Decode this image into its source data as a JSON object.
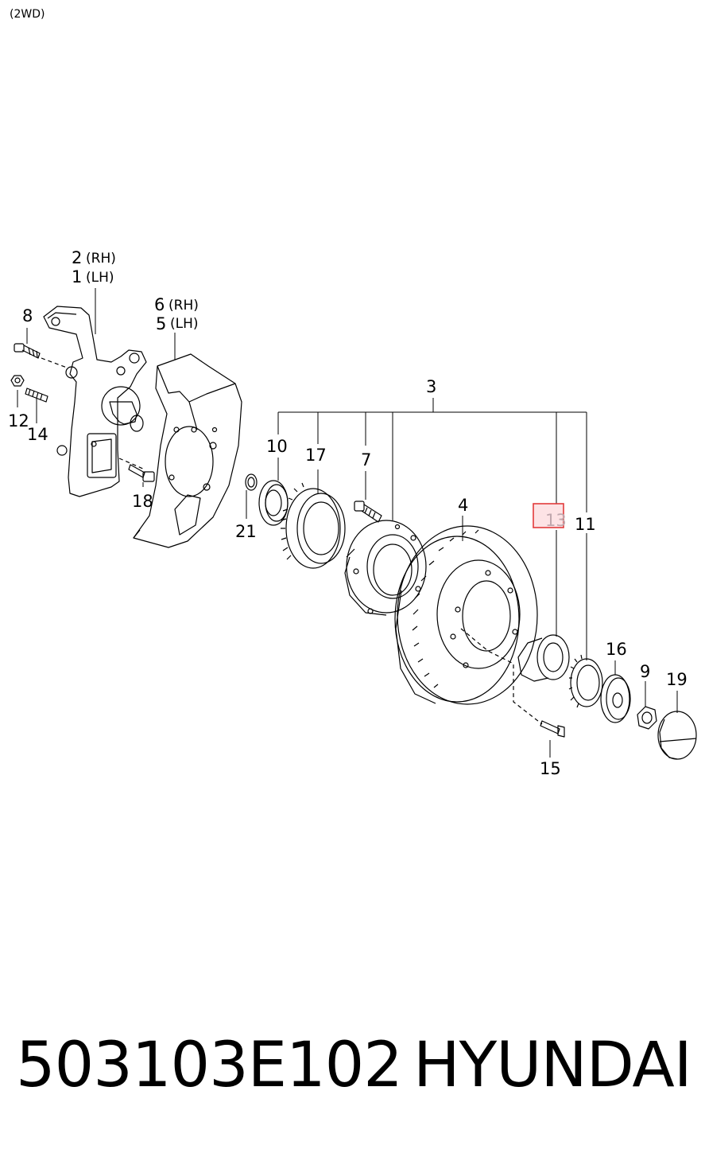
{
  "header": {
    "variant": "(2WD)"
  },
  "callouts": [
    {
      "id": "c2",
      "text": "2",
      "sub": "(RH)"
    },
    {
      "id": "c1",
      "text": "1",
      "sub": "(LH)"
    },
    {
      "id": "c6",
      "text": "6",
      "sub": "(RH)"
    },
    {
      "id": "c5",
      "text": "5",
      "sub": "(LH)"
    },
    {
      "id": "c8",
      "text": "8"
    },
    {
      "id": "c12",
      "text": "12"
    },
    {
      "id": "c14",
      "text": "14"
    },
    {
      "id": "c18",
      "text": "18"
    },
    {
      "id": "c21",
      "text": "21"
    },
    {
      "id": "c10",
      "text": "10"
    },
    {
      "id": "c17",
      "text": "17"
    },
    {
      "id": "c7",
      "text": "7"
    },
    {
      "id": "c3",
      "text": "3"
    },
    {
      "id": "c4",
      "text": "4"
    },
    {
      "id": "c13",
      "text": "13",
      "highlighted": true
    },
    {
      "id": "c11",
      "text": "11"
    },
    {
      "id": "c16",
      "text": "16"
    },
    {
      "id": "c9",
      "text": "9"
    },
    {
      "id": "c19",
      "text": "19"
    },
    {
      "id": "c15",
      "text": "15"
    }
  ],
  "footer": {
    "part_number": "503103E102",
    "brand": "HYUNDAI"
  },
  "colors": {
    "highlight_border": "#e23b3b",
    "highlight_fill": "#fde3e5",
    "line": "#000000"
  }
}
